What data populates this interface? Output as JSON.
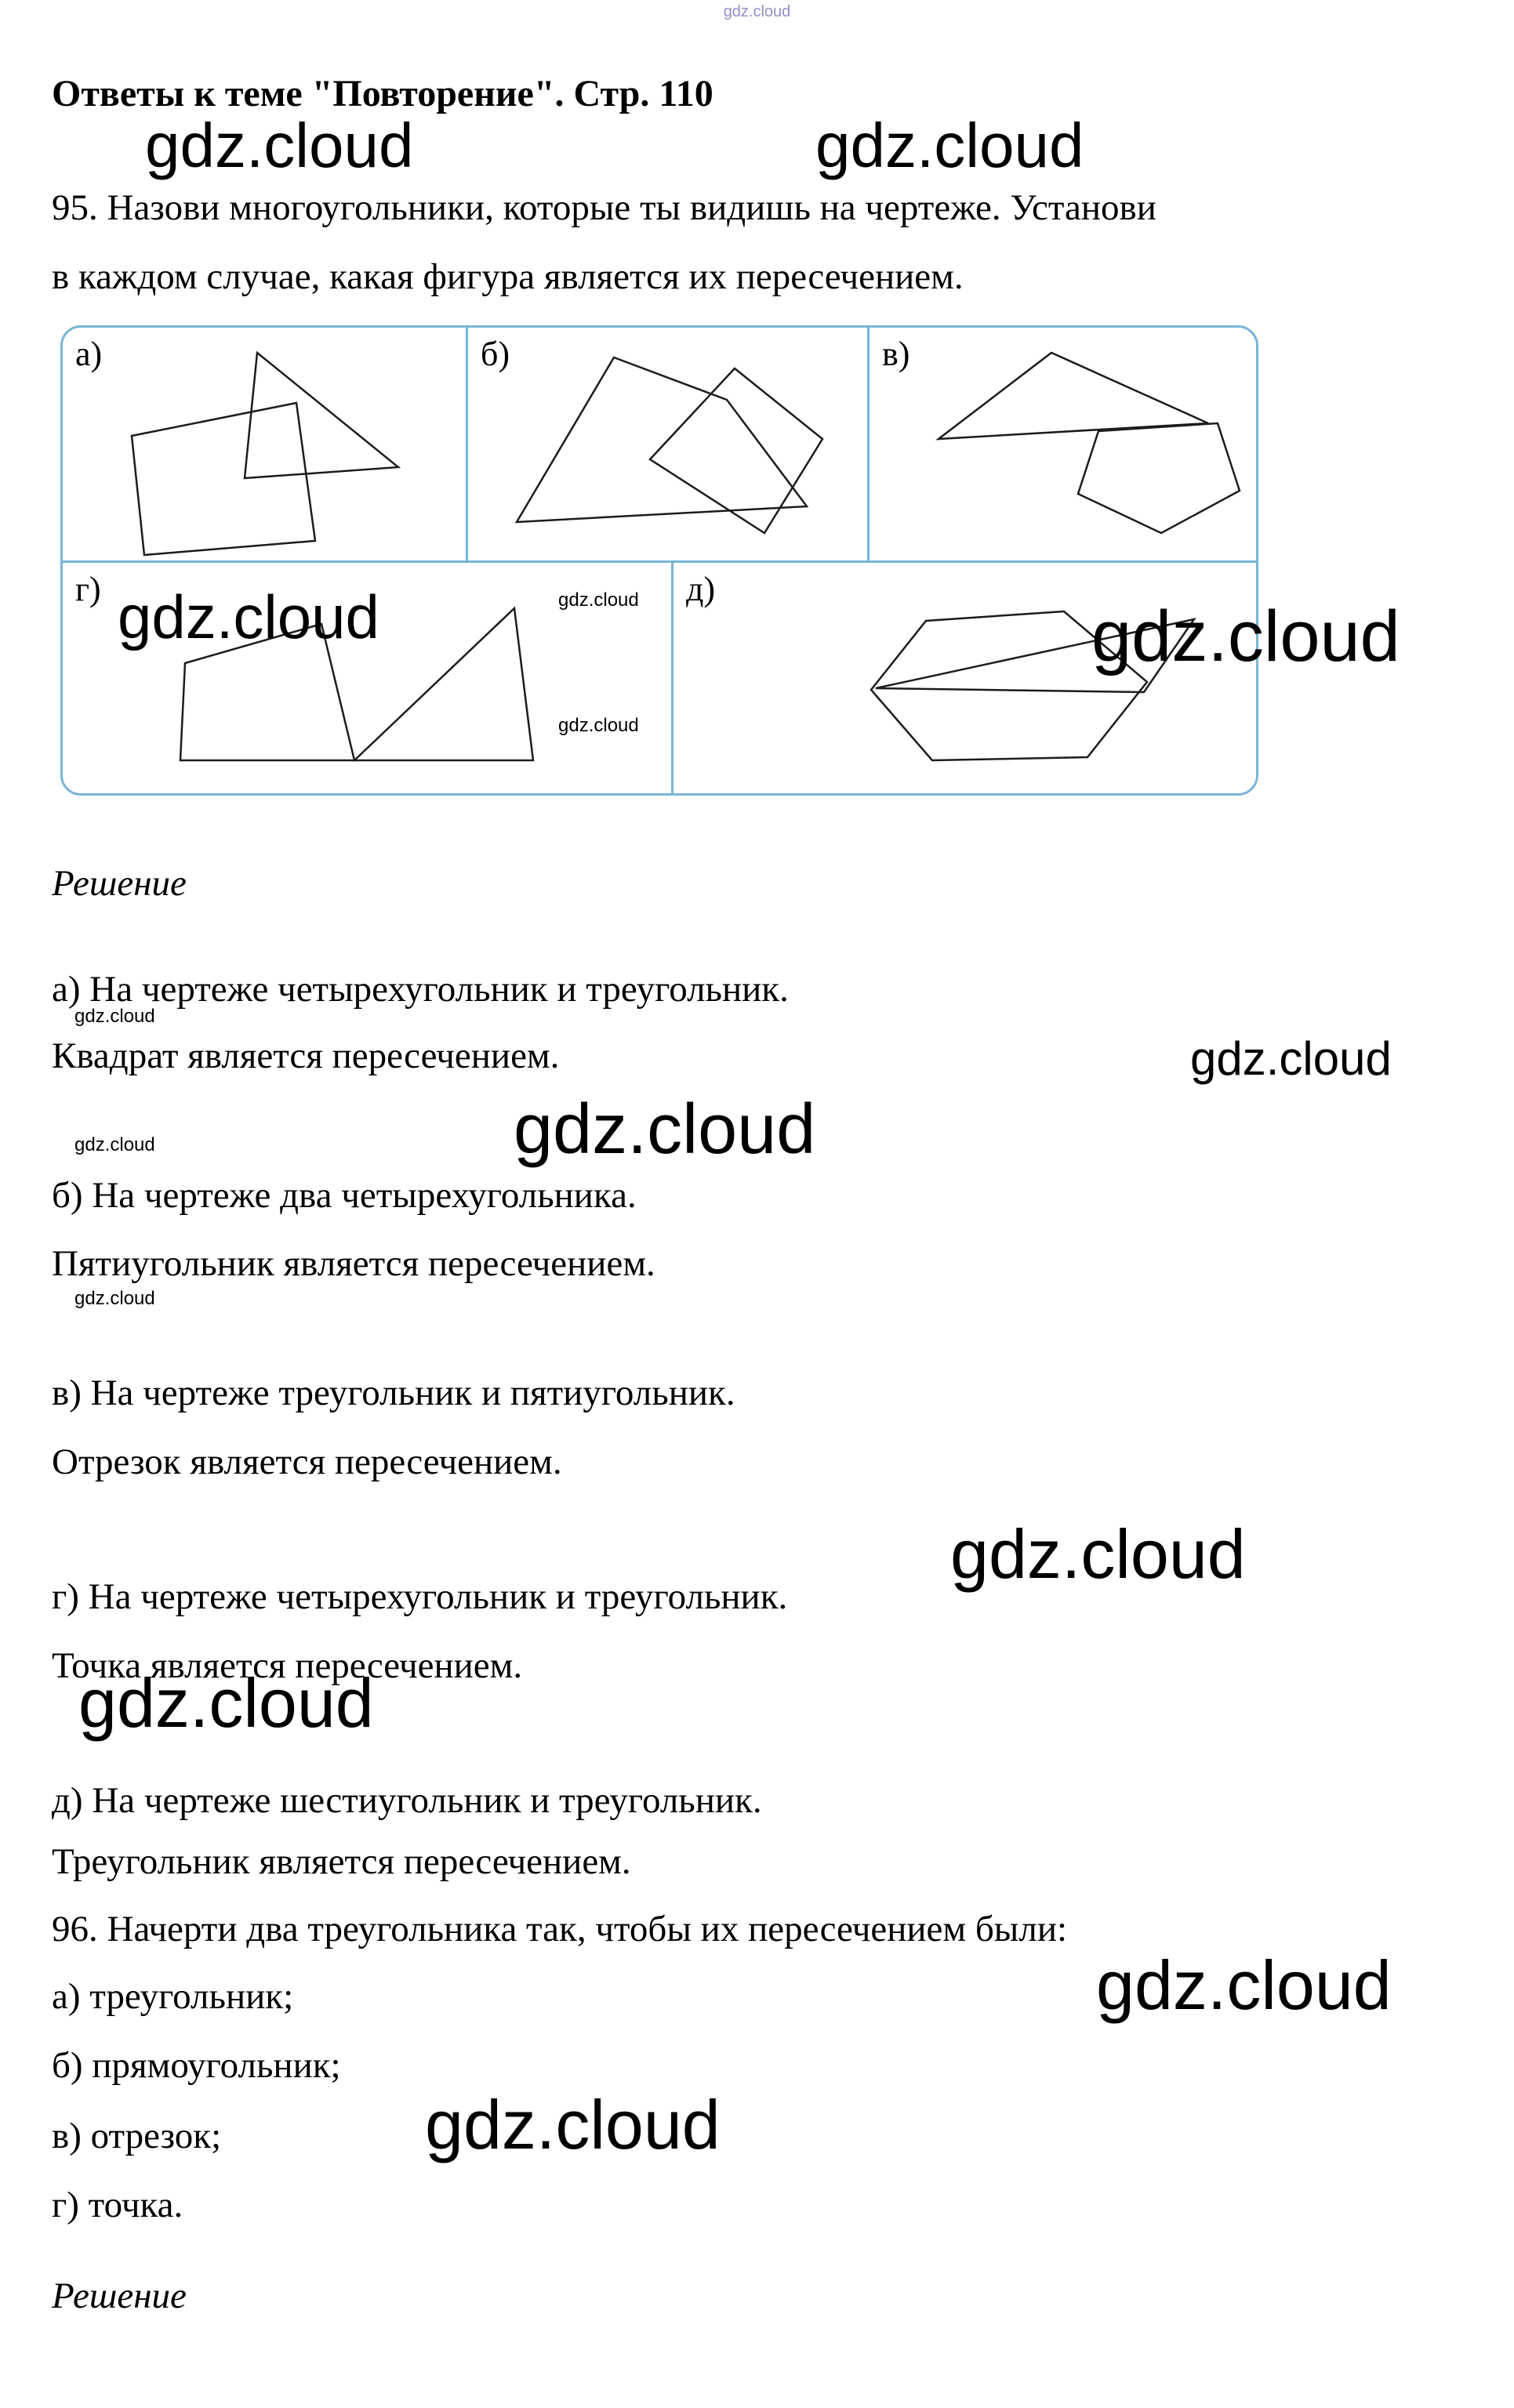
{
  "watermark": {
    "text": "gdz.cloud"
  },
  "colors": {
    "panel_border": "#7ab5d6",
    "watermark_tiny": "#9191c5",
    "text": "#000000"
  },
  "header": {
    "title": "Ответы к теме \"Повторение\". Стр. 110"
  },
  "task95": {
    "line1": "95. Назови многоугольники, которые ты видишь на чертеже. Установи",
    "line2": "в каждом случае, какая фигура является их пересечением."
  },
  "figure": {
    "cells": {
      "a": {
        "label": "а)",
        "shapes": [
          "248,32 428,178 232,192",
          "88,138 298,96 322,272 104,290"
        ]
      },
      "b": {
        "label": "б)",
        "shapes": [
          "186,38 62,248 432,228 330,92",
          "340,52 452,142 378,262 232,168"
        ]
      },
      "v": {
        "label": "в)",
        "shapes": [
          "88,142 232,32 432,122",
          "292,132 444,122 472,208 372,262 266,212"
        ]
      },
      "g": {
        "label": "г)",
        "shapes": [
          "150,252 156,128 330,78 372,252",
          "372,252 576,58 600,252"
        ]
      },
      "d": {
        "label": "д)",
        "shapes": [
          "252,162 322,74 498,62 604,152 528,248 330,252",
          "258,160 664,72 600,165"
        ]
      }
    }
  },
  "solution95": {
    "heading": "Решение",
    "items": [
      {
        "line1": "а) На чертеже четырехугольник и треугольник.",
        "line2": "Квадрат является пересечением."
      },
      {
        "line1": "б) На чертеже два четырехугольника.",
        "line2": "Пятиугольник является пересечением."
      },
      {
        "line1": "в) На чертеже треугольник и пятиугольник.",
        "line2": "Отрезок является пересечением."
      },
      {
        "line1": "г) На чертеже четырехугольник и треугольник.",
        "line2": "Точка является пересечением."
      },
      {
        "line1": "д) На чертеже шестиугольник и треугольник.",
        "line2": "Треугольник является пересечением."
      }
    ]
  },
  "task96": {
    "text": "96. Начерти два треугольника так, чтобы их пересечением были:",
    "options": [
      "а) треугольник;",
      "б) прямоугольник;",
      "в) отрезок;",
      "г) точка."
    ],
    "solution_heading": "Решение"
  }
}
